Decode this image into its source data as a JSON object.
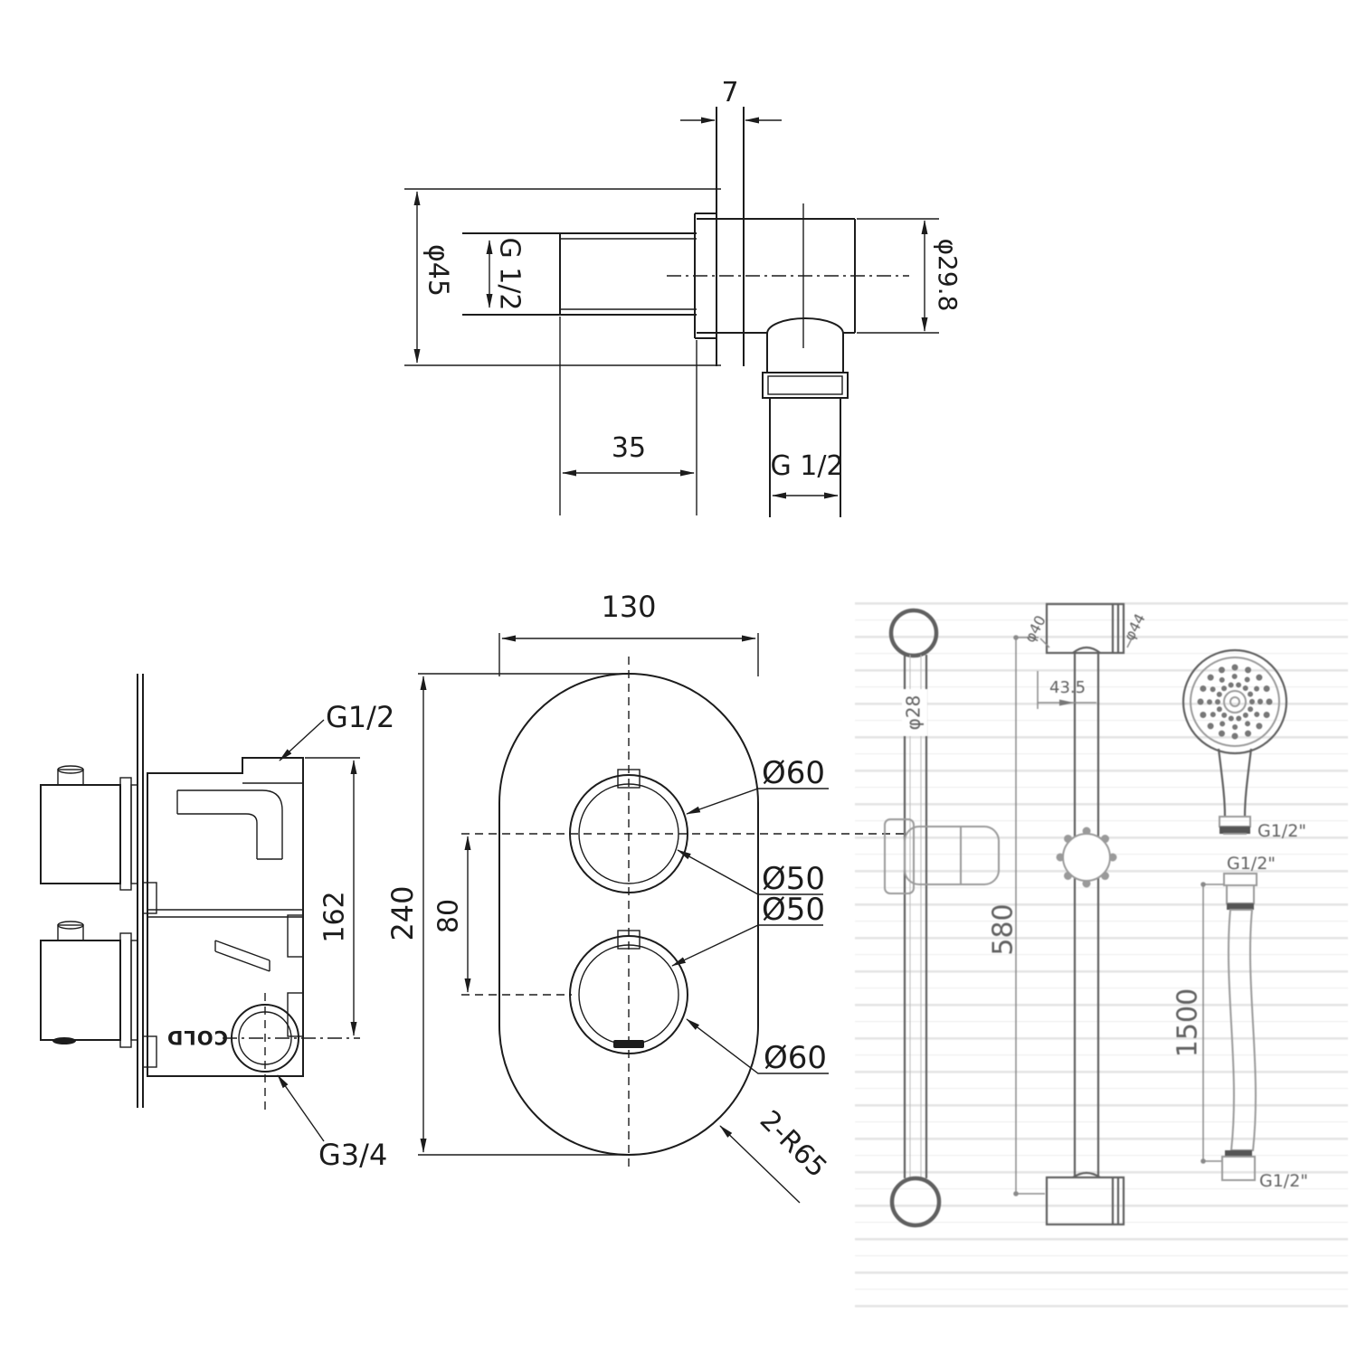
{
  "sheet": {
    "title": "shower set technical drawing"
  },
  "colors": {
    "background": "#ffffff",
    "line": "#1c1c1c",
    "gray_line": "#606060",
    "light_gray": "#9a9a9a",
    "scanline": "#e4e4e4"
  },
  "drawings": {
    "outlet_elbow": {
      "name": "wall outlet elbow side view",
      "labels": {
        "plate_thickness": "7",
        "escutcheon_dia": "φ45",
        "female_thread": "G 1/2",
        "body_length": "35",
        "body_dia": "φ29.8",
        "outlet_thread": "G 1/2"
      }
    },
    "valve_side_view": {
      "name": "concealed thermostatic valve side view",
      "labels": {
        "inlet_thread": "G1/2",
        "port_spacing": "162",
        "outlet_thread": "G3/4",
        "cold_marking": "COLD"
      }
    },
    "valve_front_view": {
      "name": "concealed thermostatic valve front view",
      "labels": {
        "plate_width": "130",
        "plate_height": "240",
        "handle_spacing": "80",
        "top_handle_outer_dia": "Ø60",
        "top_handle_inner_dia": "Ø50",
        "bottom_handle_inner_dia": "Ø50",
        "bottom_handle_outer_dia": "Ø60",
        "corner_radius": "2-R65"
      }
    },
    "slide_rail_kit": {
      "name": "slide rail kit with handset and hose",
      "labels": {
        "rail_dia": "φ28",
        "rail_length": "580",
        "bracket_offset": "43.5",
        "bracket_dia_left": "φ40",
        "bracket_dia_right": "φ44",
        "handset_thread": "G1/2\"",
        "hose_thread_top": "G1/2\"",
        "hose_length": "1500",
        "hose_thread_bottom": "G1/2\""
      }
    }
  }
}
